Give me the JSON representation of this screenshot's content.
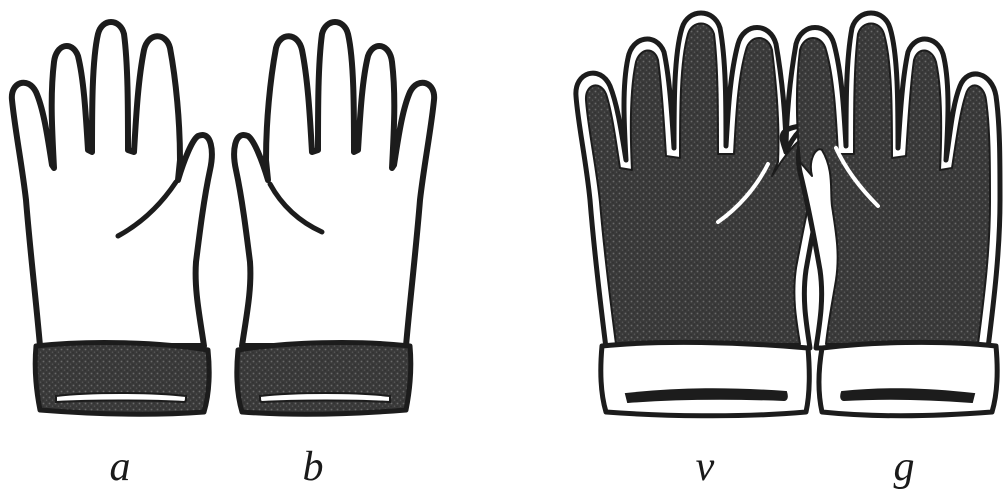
{
  "figure": {
    "gloves": [
      {
        "caption": "a",
        "hand": "left",
        "body": "light",
        "cuff": "dark"
      },
      {
        "caption": "b",
        "hand": "right",
        "body": "light",
        "cuff": "dark"
      },
      {
        "caption": "v",
        "hand": "left",
        "body": "dark",
        "cuff": "light"
      },
      {
        "caption": "g",
        "hand": "right",
        "body": "dark",
        "cuff": "light"
      }
    ],
    "colors": {
      "ink": "#1c1c1c",
      "knit_dark": "#3a3a3a",
      "paper": "#ffffff"
    }
  }
}
